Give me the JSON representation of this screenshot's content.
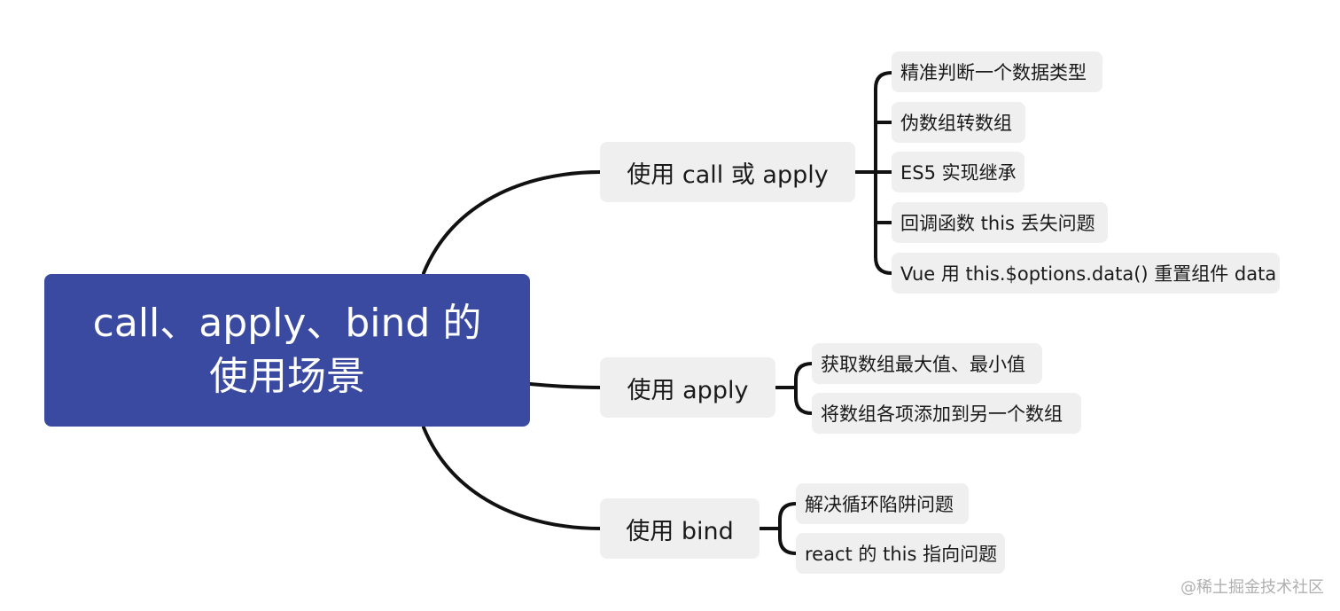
{
  "root": {
    "line1": "call、apply、bind 的",
    "line2": "使用场景",
    "color": "#3a4aa0"
  },
  "branches": [
    {
      "label": "使用 call 或 apply",
      "leaves": [
        "精准判断一个数据类型",
        "伪数组转数组",
        "ES5 实现继承",
        "回调函数 this 丢失问题",
        "Vue 用 this.$options.data() 重置组件 data"
      ]
    },
    {
      "label": "使用 apply",
      "leaves": [
        "获取数组最大值、最小值",
        "将数组各项添加到另一个数组"
      ]
    },
    {
      "label": "使用 bind",
      "leaves": [
        "解决循环陷阱问题",
        "react 的 this 指向问题"
      ]
    }
  ],
  "watermark": "@稀土掘金技术社区"
}
